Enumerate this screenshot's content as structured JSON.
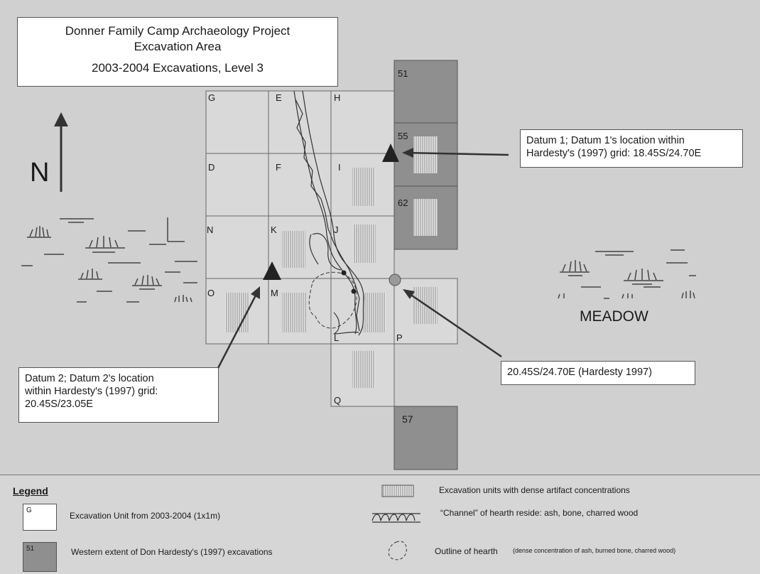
{
  "title": {
    "line1": "Donner Family Camp Archaeology Project",
    "line2": "Excavation Area",
    "line3": "2003-2004 Excavations, Level 3"
  },
  "north_label": "N",
  "meadow_label": "MEADOW",
  "units_2003": [
    "G",
    "E",
    "H",
    "D",
    "F",
    "I",
    "N",
    "K",
    "J",
    "O",
    "M",
    "L",
    "P",
    "Q"
  ],
  "units_1997": [
    "51",
    "55",
    "62",
    "57"
  ],
  "callouts": {
    "datum1_line1": "Datum 1; Datum 1's location within",
    "datum1_line2": "Hardesty's (1997) grid: 18.45S/24.70E",
    "datum2_line1": "Datum 2; Datum 2's location",
    "datum2_line2": "within Hardesty's (1997) grid:",
    "datum2_line3": "20.45S/23.05E",
    "point": "20.45S/24.70E (Hardesty 1997)"
  },
  "legend": {
    "title": "Legend",
    "unit_2003_sample": "G",
    "unit_2003_text": "Excavation Unit from 2003-2004 (1x1m)",
    "unit_1997_sample": "51",
    "unit_1997_text": "Western extent of Don Hardesty's (1997) excavations",
    "dense_text": "Excavation units with dense artifact concentrations",
    "channel_text": "“Channel” of hearth reside: ash, bone, charred wood",
    "hearth_text": "Outline of hearth",
    "hearth_note": "(dense concentration of ash, burned bone, charred wood)"
  },
  "colors": {
    "hardesty_fill": "#8f8f8f",
    "background": "#d0d0d0",
    "box_fill": "#ffffff"
  }
}
